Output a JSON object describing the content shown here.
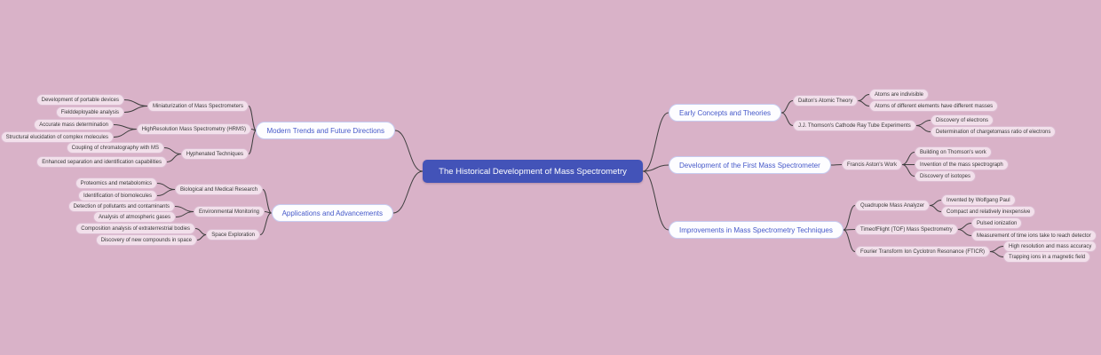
{
  "title": "The Historical Development of Mass Spectrometry",
  "colors": {
    "background": "#d9b2c8",
    "root_fill": "#4353b8",
    "root_text": "#ffffff",
    "branch_fill": "#fdfdff",
    "branch_border": "#c7cbf0",
    "branch_text": "#4659c9",
    "leaf_fill": "#f2e0eb",
    "leaf_border": "#dcbdd2",
    "leaf_text": "#383838",
    "link": "#3f3f3f"
  },
  "root": {
    "label": "The Historical Development of Mass Spectrometry"
  },
  "branches": {
    "right": [
      {
        "label": "Early Concepts and Theories",
        "children": [
          {
            "label": "Dalton's Atomic Theory",
            "children": [
              {
                "label": "Atoms are indivisible"
              },
              {
                "label": "Atoms of different elements have different masses"
              }
            ]
          },
          {
            "label": "J.J. Thomson's Cathode Ray Tube Experiments",
            "children": [
              {
                "label": "Discovery of electrons"
              },
              {
                "label": "Determination of chargetomass ratio of electrons"
              }
            ]
          }
        ]
      },
      {
        "label": "Development of the First Mass Spectrometer",
        "children": [
          {
            "label": "Francis Aston's Work",
            "children": [
              {
                "label": "Building on Thomson's work"
              },
              {
                "label": "Invention of the mass spectrograph"
              },
              {
                "label": "Discovery of isotopes"
              }
            ]
          }
        ]
      },
      {
        "label": "Improvements in Mass Spectrometry Techniques",
        "children": [
          {
            "label": "Quadrupole Mass Analyzer",
            "children": [
              {
                "label": "Invented by Wolfgang Paul"
              },
              {
                "label": "Compact and relatively inexpensive"
              }
            ]
          },
          {
            "label": "TimeofFlight (TOF) Mass Spectrometry",
            "children": [
              {
                "label": "Pulsed ionization"
              },
              {
                "label": "Measurement of time ions take to reach detector"
              }
            ]
          },
          {
            "label": "Fourier Transform Ion Cyclotron Resonance (FTICR)",
            "children": [
              {
                "label": "High resolution and mass accuracy"
              },
              {
                "label": "Trapping ions in a magnetic field"
              }
            ]
          }
        ]
      }
    ],
    "left": [
      {
        "label": "Modern Trends and Future Directions",
        "children": [
          {
            "label": "Miniaturization of Mass Spectrometers",
            "children": [
              {
                "label": "Development of portable devices"
              },
              {
                "label": "Fielddeployable analysis"
              }
            ]
          },
          {
            "label": "HighResolution Mass Spectrometry (HRMS)",
            "children": [
              {
                "label": "Accurate mass determination"
              },
              {
                "label": "Structural elucidation of complex molecules"
              }
            ]
          },
          {
            "label": "Hyphenated Techniques",
            "children": [
              {
                "label": "Coupling of chromatography with MS"
              },
              {
                "label": "Enhanced separation and identification capabilities"
              }
            ]
          }
        ]
      },
      {
        "label": "Applications and Advancements",
        "children": [
          {
            "label": "Biological and Medical Research",
            "children": [
              {
                "label": "Proteomics and metabolomics"
              },
              {
                "label": "Identification of biomolecules"
              }
            ]
          },
          {
            "label": "Environmental Monitoring",
            "children": [
              {
                "label": "Detection of pollutants and contaminants"
              },
              {
                "label": "Analysis of atmospheric gases"
              }
            ]
          },
          {
            "label": "Space Exploration",
            "children": [
              {
                "label": "Composition analysis of extraterrestrial bodies"
              },
              {
                "label": "Discovery of new compounds in space"
              }
            ]
          }
        ]
      }
    ]
  }
}
